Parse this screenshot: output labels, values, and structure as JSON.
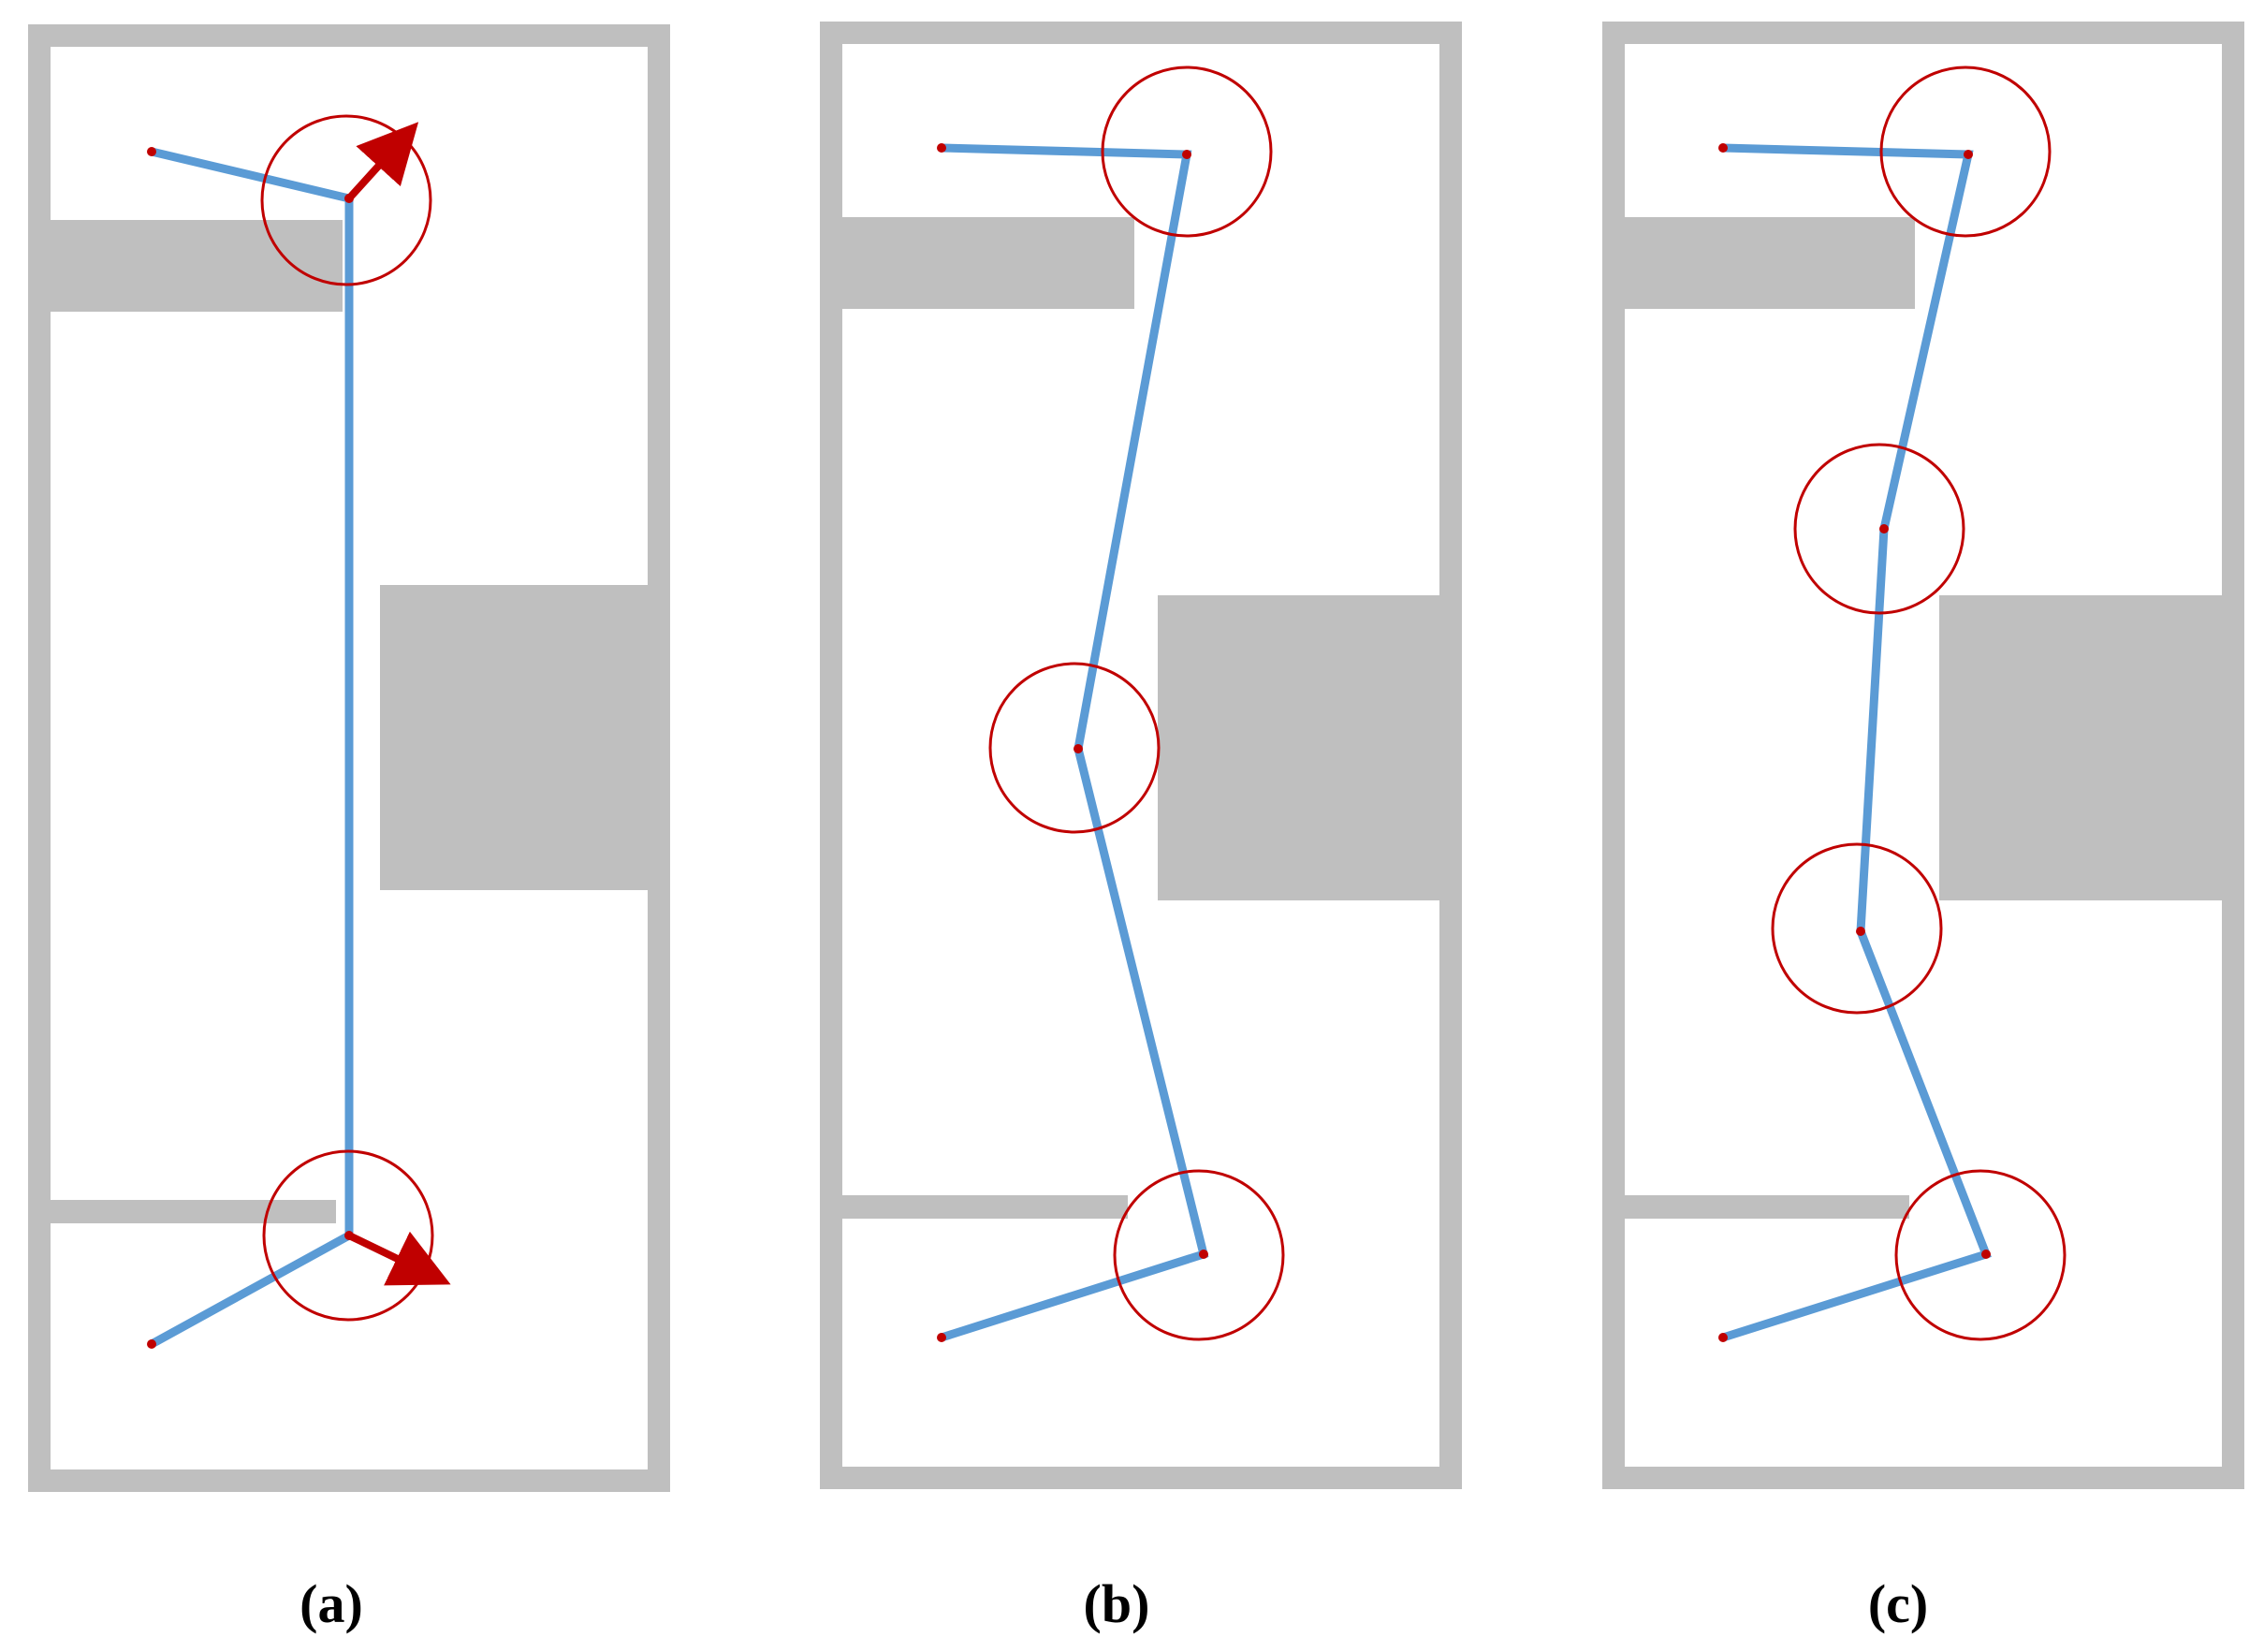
{
  "colors": {
    "wall": "#bfbfbf",
    "floor": "#ffffff",
    "path": "#5b9bd5",
    "circle": "#c00000",
    "arrow": "#c00000",
    "node": "#c00000",
    "label": "#000000"
  },
  "panels": [
    {
      "id": "a",
      "label": "(a)",
      "nodes": 4,
      "arrows": 2,
      "circles": 2
    },
    {
      "id": "b",
      "label": "(b)",
      "nodes": 5,
      "arrows": 0,
      "circles": 3
    },
    {
      "id": "c",
      "label": "(c)",
      "nodes": 6,
      "arrows": 0,
      "circles": 4
    }
  ]
}
